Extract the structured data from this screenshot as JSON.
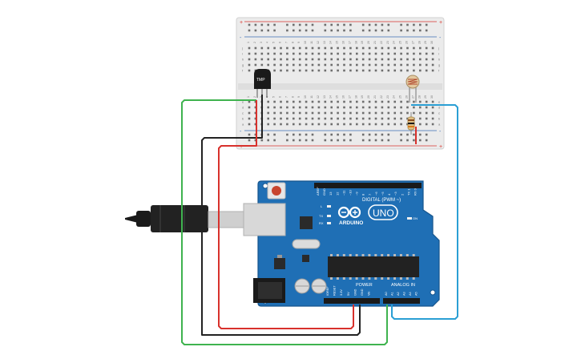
{
  "canvas": {
    "background": "#ffffff"
  },
  "colors": {
    "board_blue": "#1f6fb5",
    "board_edge": "#16558d",
    "breadboard": "#ebebeb",
    "rail_red": "#d9352c",
    "rail_blue": "#3b6fb6",
    "wire_green": "#3fb34f",
    "wire_red": "#d8312c",
    "wire_black": "#222222",
    "wire_cyan": "#2b9fd4",
    "reset_button": "#c8452e"
  },
  "breadboard": {
    "label_top_plus": "+",
    "label_top_minus": "-",
    "label_bottom_plus": "+",
    "label_bottom_minus": "-",
    "row_letters_top": [
      "j",
      "i",
      "h",
      "g",
      "f"
    ],
    "row_letters_bottom": [
      "e",
      "d",
      "c",
      "b",
      "a"
    ],
    "column_numbers": [
      "1",
      "2",
      "3",
      "4",
      "5",
      "6",
      "7",
      "8",
      "9",
      "10",
      "11",
      "12",
      "13",
      "14",
      "15",
      "16",
      "17",
      "18",
      "19",
      "20",
      "21",
      "22",
      "23",
      "24",
      "25",
      "26",
      "27",
      "28",
      "29",
      "30"
    ]
  },
  "components": {
    "temp_sensor_label": "TMP",
    "photoresistor_name": "photoresistor-icon",
    "resistor_name": "resistor-icon"
  },
  "arduino": {
    "logo_text": "ARDUINO",
    "model_text": "UNO",
    "digital_header": "DIGITAL (PWM ~)",
    "power_header": "POWER",
    "analog_header": "ANALOG IN",
    "led_labels": [
      "L",
      "TX",
      "RX",
      "ON"
    ],
    "digital_pins": [
      "AREF",
      "GND",
      "13",
      "12",
      "~11",
      "~10",
      "~9",
      "8",
      "7",
      "~6",
      "~5",
      "4",
      "~3",
      "2",
      "TX 1",
      "RX 0"
    ],
    "power_pins": [
      "IOREF",
      "RESET",
      "3.3V",
      "5V",
      "GND",
      "GND",
      "Vin"
    ],
    "analog_pins": [
      "A0",
      "A1",
      "A2",
      "A3",
      "A4",
      "A5"
    ]
  },
  "usb_cable": {
    "icon": "usb-cable-icon"
  }
}
